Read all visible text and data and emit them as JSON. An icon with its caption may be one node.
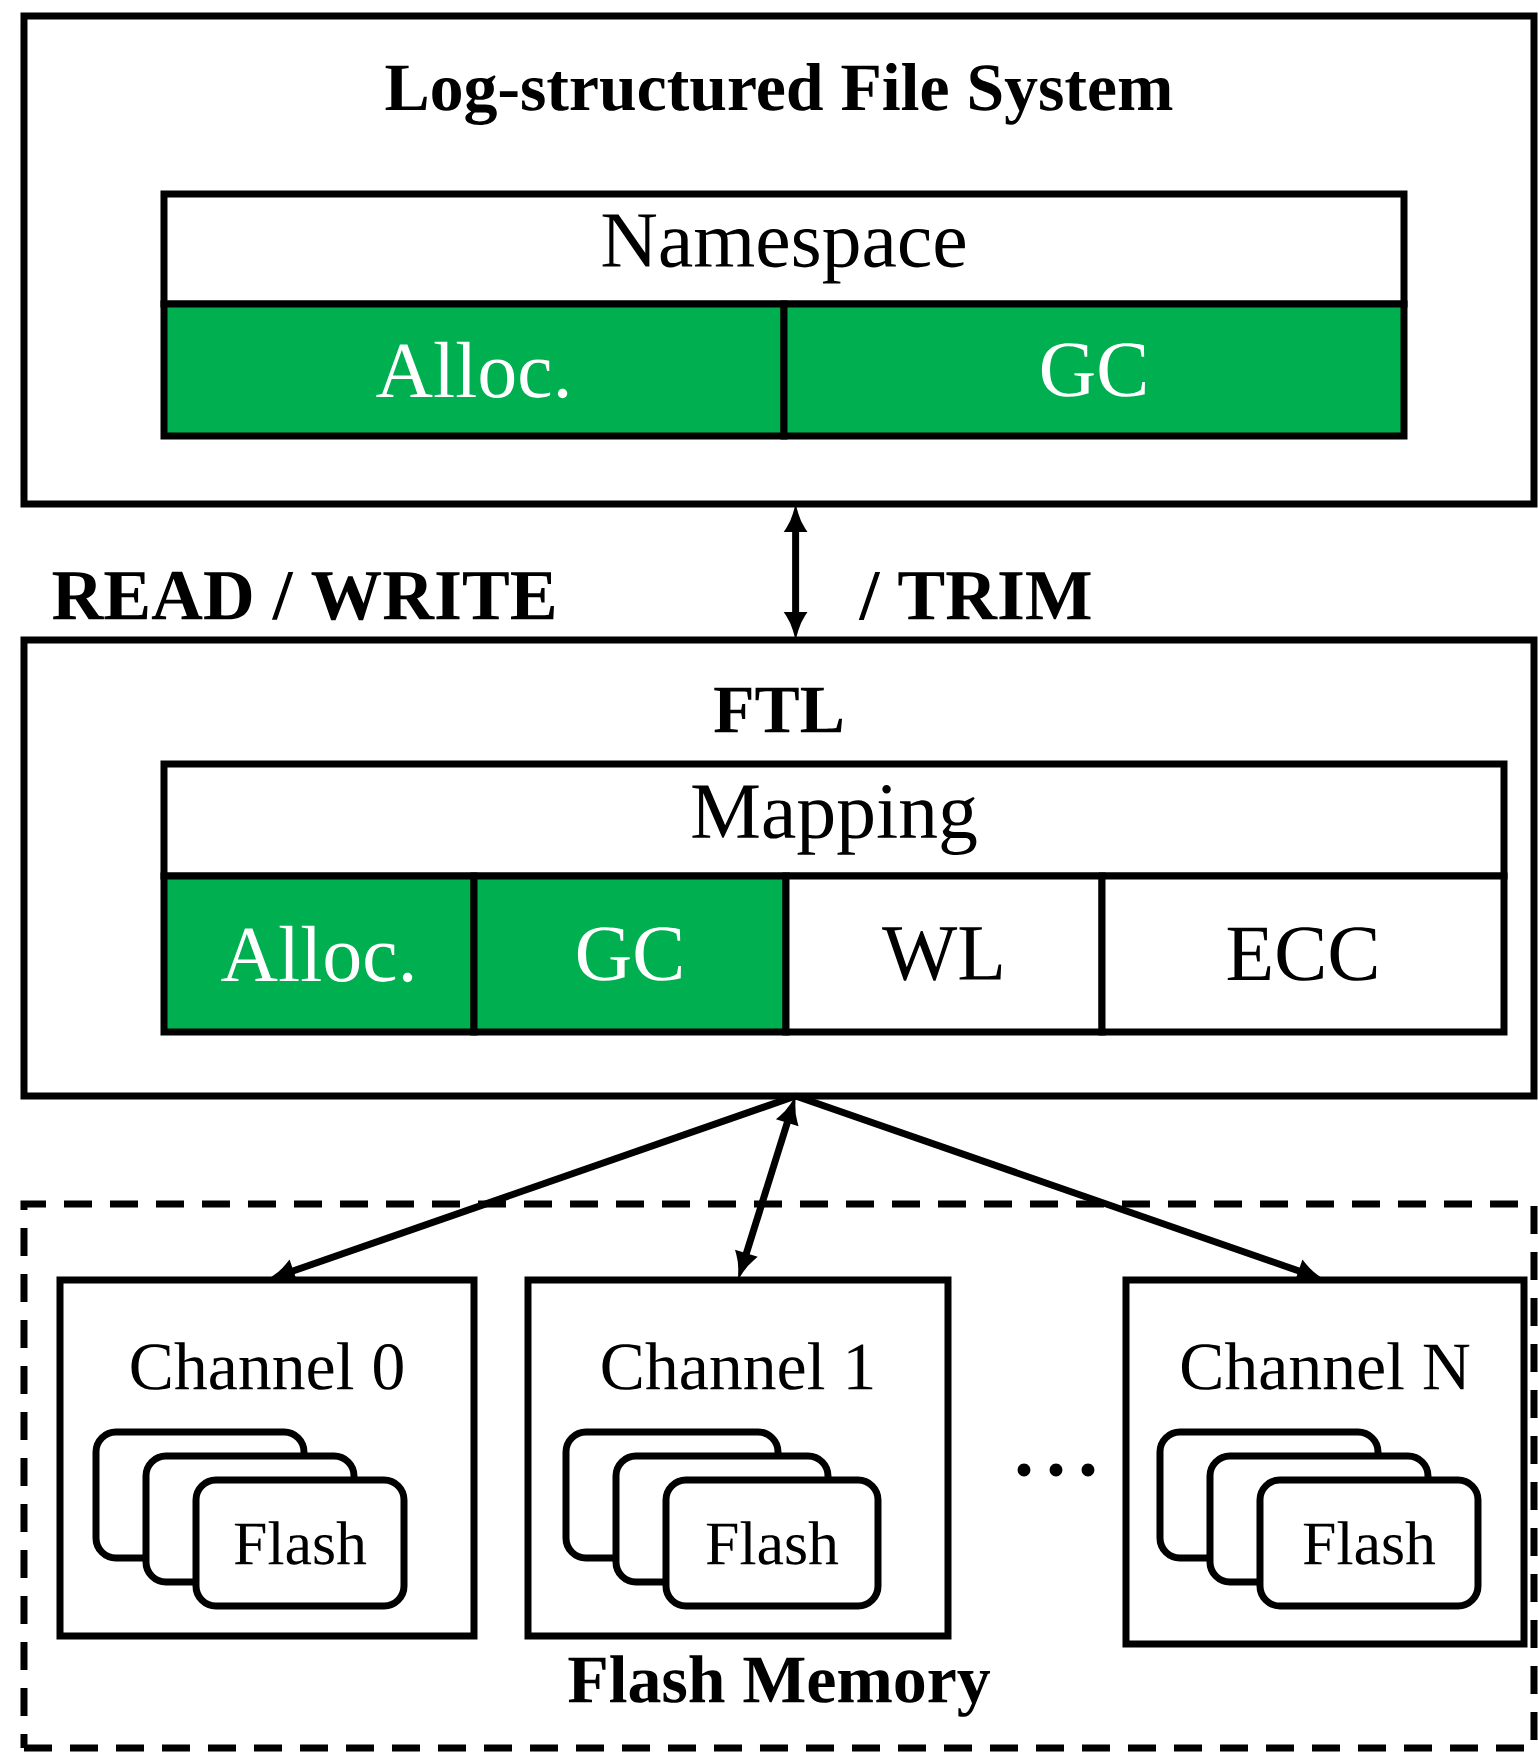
{
  "diagram": {
    "nodes": [
      {
        "text": [
          "Log-structured File System"
        ]
      },
      {
        "text": [
          "Namespace"
        ],
        "in": 0
      },
      {
        "text": [
          "Alloc."
        ],
        "in": 0
      },
      {
        "text": [
          "GC"
        ],
        "in": 0
      },
      {
        "text": [
          "FTL"
        ]
      },
      {
        "text": [
          "Mapping"
        ],
        "in": 4
      },
      {
        "text": [
          "Alloc."
        ],
        "in": 4
      },
      {
        "text": [
          "GC"
        ],
        "in": 4
      },
      {
        "text": [
          "WL"
        ],
        "in": 4
      },
      {
        "text": [
          "ECC"
        ],
        "in": 4
      },
      {
        "text": [
          "Flash Memory"
        ]
      },
      {
        "text": [
          "Channel 0"
        ],
        "in": 10
      },
      {
        "text": [
          "Flash"
        ],
        "in": 11
      },
      {
        "text": [
          "Channel 1"
        ],
        "in": 10
      },
      {
        "text": [
          "Flash"
        ],
        "in": 13
      },
      {
        "text": [
          "Channel N"
        ],
        "in": 10
      },
      {
        "text": [
          "Flash"
        ],
        "in": 15
      }
    ],
    "edges": [
      {
        "from": 0,
        "to": 4,
        "arrow": "both"
      },
      {
        "from": 4,
        "to": 11,
        "arrow": "to"
      },
      {
        "from": 4,
        "to": 13,
        "arrow": "both"
      },
      {
        "from": 4,
        "to": 15,
        "arrow": "to"
      }
    ],
    "labels": [
      "READ / WRITE",
      "/ TRIM"
    ]
  }
}
